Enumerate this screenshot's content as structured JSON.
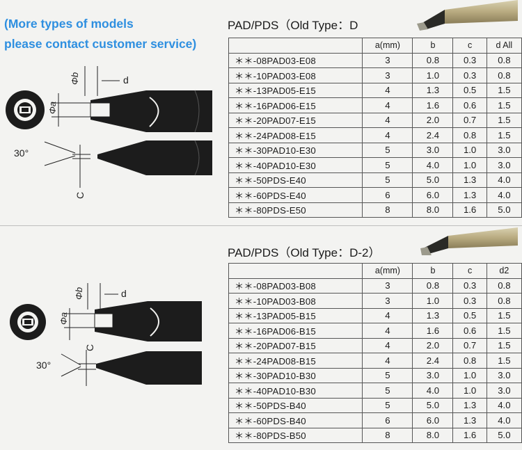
{
  "notice": {
    "line1": "(More types of models",
    "line2": "please contact customer service)"
  },
  "sections": [
    {
      "title": "PAD/PDS（Old Type：D",
      "columns": [
        "",
        "a(mm)",
        "b",
        "c",
        "d All"
      ],
      "rows": [
        [
          "＊＊-08PAD03-E08",
          "3",
          "0.8",
          "0.3",
          "0.8"
        ],
        [
          "＊＊-10PAD03-E08",
          "3",
          "1.0",
          "0.3",
          "0.8"
        ],
        [
          "＊＊-13PAD05-E15",
          "4",
          "1.3",
          "0.5",
          "1.5"
        ],
        [
          "＊＊-16PAD06-E15",
          "4",
          "1.6",
          "0.6",
          "1.5"
        ],
        [
          "＊＊-20PAD07-E15",
          "4",
          "2.0",
          "0.7",
          "1.5"
        ],
        [
          "＊＊-24PAD08-E15",
          "4",
          "2.4",
          "0.8",
          "1.5"
        ],
        [
          "＊＊-30PAD10-E30",
          "5",
          "3.0",
          "1.0",
          "3.0"
        ],
        [
          "＊＊-40PAD10-E30",
          "5",
          "4.0",
          "1.0",
          "3.0"
        ],
        [
          "＊＊-50PDS-E40",
          "5",
          "5.0",
          "1.3",
          "4.0"
        ],
        [
          "＊＊-60PDS-E40",
          "6",
          "6.0",
          "1.3",
          "4.0"
        ],
        [
          "＊＊-80PDS-E50",
          "8",
          "8.0",
          "1.6",
          "5.0"
        ]
      ],
      "diagram": {
        "phi_b": "Φb",
        "d": "d",
        "phi_a": "Φa",
        "angle": "30°",
        "c": "C"
      }
    },
    {
      "title": "PAD/PDS（Old Type：D-2）",
      "columns": [
        "",
        "a(mm)",
        "b",
        "c",
        "d2"
      ],
      "rows": [
        [
          "＊＊-08PAD03-B08",
          "3",
          "0.8",
          "0.3",
          "0.8"
        ],
        [
          "＊＊-10PAD03-B08",
          "3",
          "1.0",
          "0.3",
          "0.8"
        ],
        [
          "＊＊-13PAD05-B15",
          "4",
          "1.3",
          "0.5",
          "1.5"
        ],
        [
          "＊＊-16PAD06-B15",
          "4",
          "1.6",
          "0.6",
          "1.5"
        ],
        [
          "＊＊-20PAD07-B15",
          "4",
          "2.0",
          "0.7",
          "1.5"
        ],
        [
          "＊＊-24PAD08-B15",
          "4",
          "2.4",
          "0.8",
          "1.5"
        ],
        [
          "＊＊-30PAD10-B30",
          "5",
          "3.0",
          "1.0",
          "3.0"
        ],
        [
          "＊＊-40PAD10-B30",
          "5",
          "4.0",
          "1.0",
          "3.0"
        ],
        [
          "＊＊-50PDS-B40",
          "5",
          "5.0",
          "1.3",
          "4.0"
        ],
        [
          "＊＊-60PDS-B40",
          "6",
          "6.0",
          "1.3",
          "4.0"
        ],
        [
          "＊＊-80PDS-B50",
          "8",
          "8.0",
          "1.6",
          "5.0"
        ]
      ],
      "diagram": {
        "phi_b": "Φb",
        "d": "d",
        "phi_a": "Φa",
        "angle": "30°",
        "c": "C"
      }
    }
  ]
}
